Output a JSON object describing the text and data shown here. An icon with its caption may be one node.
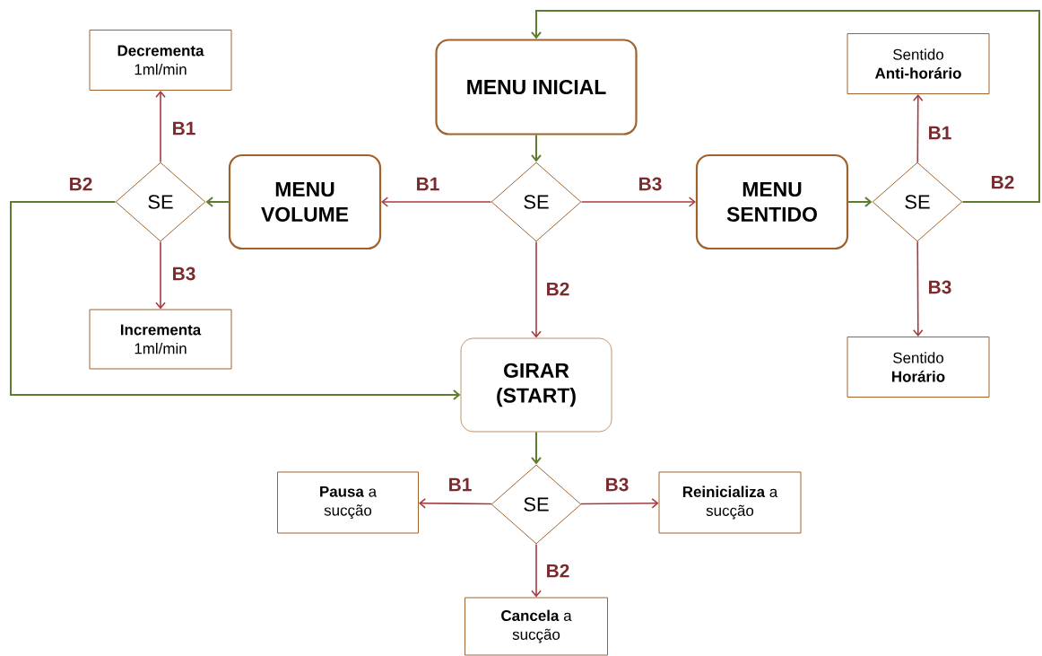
{
  "diagram": {
    "nodes": [
      {
        "text": [
          "MENU INICIAL"
        ]
      },
      {
        "text": [
          "**Decrementa** 1ml/min"
        ]
      },
      {
        "text": [
          "Sentido **Anti-horário**"
        ]
      },
      {
        "text": [
          "SE"
        ]
      },
      {
        "text": [
          "MENU VOLUME"
        ]
      },
      {
        "text": [
          "SE"
        ]
      },
      {
        "text": [
          "MENU SENTIDO"
        ]
      },
      {
        "text": [
          "SE"
        ]
      },
      {
        "text": [
          "**Incrementa** 1ml/min"
        ]
      },
      {
        "text": [
          "Sentido **Horário**"
        ]
      },
      {
        "text": [
          "GIRAR (START)"
        ]
      },
      {
        "text": [
          "SE"
        ]
      },
      {
        "text": [
          "**Pausa** a sucção"
        ]
      },
      {
        "text": [
          "**Reinicializa** a sucção"
        ]
      },
      {
        "text": [
          "**Cancela** a sucção"
        ]
      }
    ],
    "edges": [
      {
        "from": 0,
        "to": 5,
        "arrow": "to",
        "color": "#5e7b30"
      },
      {
        "from": 5,
        "to": 4,
        "arrow": "to",
        "label": "B1"
      },
      {
        "from": 5,
        "to": 6,
        "arrow": "to",
        "label": "B3"
      },
      {
        "from": 5,
        "to": 10,
        "arrow": "to",
        "label": "B2"
      },
      {
        "from": 4,
        "to": 3,
        "arrow": "to",
        "color": "#5e7b30"
      },
      {
        "from": 3,
        "to": 1,
        "arrow": "to",
        "label": "B1"
      },
      {
        "from": 3,
        "to": 8,
        "arrow": "to",
        "label": "B3"
      },
      {
        "from": 3,
        "to": 10,
        "arrow": "to",
        "label": "B2",
        "color": "#5e7b30"
      },
      {
        "from": 6,
        "to": 7,
        "arrow": "to",
        "color": "#5e7b30"
      },
      {
        "from": 7,
        "to": 2,
        "arrow": "to",
        "label": "B1"
      },
      {
        "from": 7,
        "to": 9,
        "arrow": "to",
        "label": "B3"
      },
      {
        "from": 7,
        "to": 0,
        "arrow": "to",
        "label": "B2",
        "color": "#5e7b30"
      },
      {
        "from": 10,
        "to": 11,
        "arrow": "to",
        "color": "#5e7b30"
      },
      {
        "from": 11,
        "to": 12,
        "arrow": "to",
        "label": "B1"
      },
      {
        "from": 11,
        "to": 13,
        "arrow": "to",
        "label": "B3"
      },
      {
        "from": 11,
        "to": 14,
        "arrow": "to",
        "label": "B2"
      }
    ]
  }
}
